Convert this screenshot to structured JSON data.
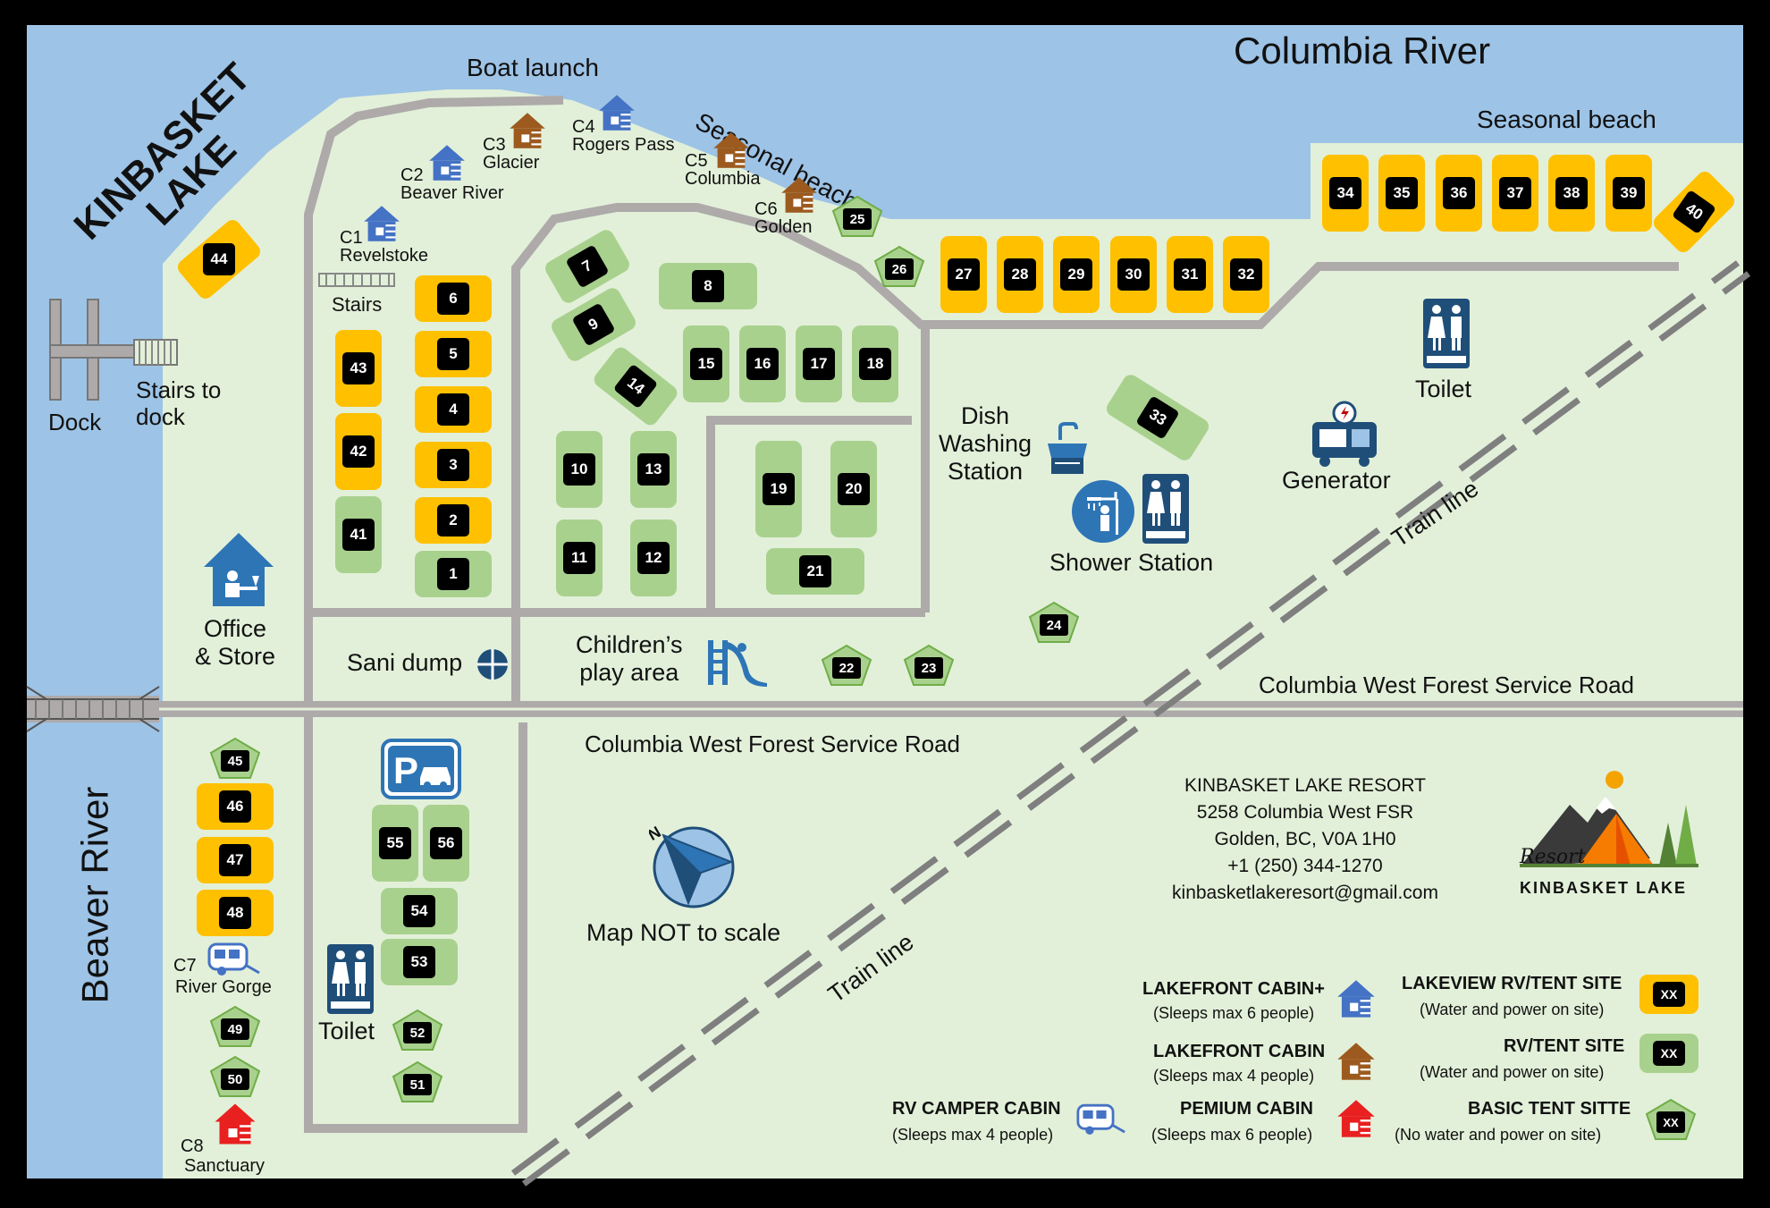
{
  "water": {
    "kinbasket_lake": "KINBASKET\nLAKE",
    "columbia_river": "Columbia River",
    "beaver_river": "Beaver River"
  },
  "labels": {
    "boat_launch": "Boat launch",
    "seasonal_beach_1": "Seasonal beach",
    "seasonal_beach_2": "Seasonal beach",
    "stairs": "Stairs",
    "dock": "Dock",
    "stairs_to_dock": "Stairs to\ndock",
    "office": "Office\n& Store",
    "sani_dump": "Sani dump",
    "play_area": "Children’s\nplay area",
    "dish_station": "Dish\nWashing\nStation",
    "shower": "Shower Station",
    "toilet_east": "Toilet",
    "toilet_south": "Toilet",
    "generator": "Generator",
    "train_line_1": "Train line",
    "train_line_2": "Train line",
    "road_north": "Columbia West Forest Service Road",
    "road_south": "Columbia West Forest Service Road",
    "map_note": "Map NOT to scale"
  },
  "cabins": [
    {
      "code": "C1",
      "name": "Revelstoke",
      "color": "#4472C4"
    },
    {
      "code": "C2",
      "name": "Beaver River",
      "color": "#4472C4"
    },
    {
      "code": "C3",
      "name": "Glacier",
      "color": "#9C5A1E"
    },
    {
      "code": "C4",
      "name": "Rogers Pass",
      "color": "#4472C4"
    },
    {
      "code": "C5",
      "name": "Columbia",
      "color": "#9C5A1E"
    },
    {
      "code": "C6",
      "name": "Golden",
      "color": "#9C5A1E"
    },
    {
      "code": "C7",
      "name": "River Gorge",
      "color": "#4472C4"
    },
    {
      "code": "C8",
      "name": "Sanctuary",
      "color": "#E82020"
    }
  ],
  "sites": {
    "lakeview": [
      "44",
      "6",
      "5",
      "4",
      "3",
      "2",
      "43",
      "42",
      "27",
      "28",
      "29",
      "30",
      "31",
      "32",
      "34",
      "35",
      "36",
      "37",
      "38",
      "39",
      "40",
      "46",
      "47",
      "48"
    ],
    "rv": [
      "1",
      "41",
      "7",
      "8",
      "9",
      "14",
      "15",
      "16",
      "17",
      "18",
      "10",
      "11",
      "12",
      "13",
      "19",
      "20",
      "21",
      "33",
      "55",
      "56",
      "54",
      "53"
    ],
    "basic": [
      "25",
      "26",
      "24",
      "22",
      "23",
      "45",
      "49",
      "50",
      "52",
      "51"
    ]
  },
  "resort": {
    "name": "KINBASKET LAKE RESORT",
    "address": "5258 Columbia West FSR",
    "city": "Golden, BC, V0A 1H0",
    "phone": "+1 (250) 344-1270",
    "email": "kinbasketlakeresort@gmail.com"
  },
  "logo": {
    "script": "Resort",
    "name": "KINBASKET LAKE"
  },
  "icons": {
    "parking": "parking-car-icon",
    "restroom": "restroom-icon",
    "shower": "shower-icon",
    "sink": "sink-icon",
    "generator": "generator-icon",
    "office": "office-house-icon",
    "playground": "slide-icon",
    "compass": "compass-icon",
    "sani": "crosshair-icon"
  },
  "legend": {
    "lakefront_plus": {
      "title": "LAKEFRONT CABIN+",
      "sub": "(Sleeps max 6 people)",
      "color": "#4472C4"
    },
    "lakefront": {
      "title": "LAKEFRONT CABIN",
      "sub": "(Sleeps max 4 people)",
      "color": "#9C5A1E"
    },
    "rv_camper": {
      "title": "RV CAMPER CABIN",
      "sub": "(Sleeps max 4 people)",
      "color": "#4472C4"
    },
    "premium": {
      "title": "PEMIUM CABIN",
      "sub": "(Sleeps max 6 people)",
      "color": "#E82020"
    },
    "lakeview_site": {
      "title": "LAKEVIEW RV/TENT SITE",
      "sub": "(Water and power on site)",
      "badge": "XX",
      "color": "#FFC000"
    },
    "rv_site": {
      "title": "RV/TENT SITE",
      "sub": "(Water and power on site)",
      "badge": "XX",
      "color": "#A9D18E"
    },
    "basic_site": {
      "title": "BASIC TENT SITTE",
      "sub": "(No water and power on site)",
      "badge": "XX",
      "color": "#A9D18E"
    }
  },
  "colors": {
    "water": "#9DC3E6",
    "land": "#E2F0D9",
    "road": "#AEAAAA",
    "lakeview": "#FFC000",
    "rv": "#A9D18E"
  }
}
